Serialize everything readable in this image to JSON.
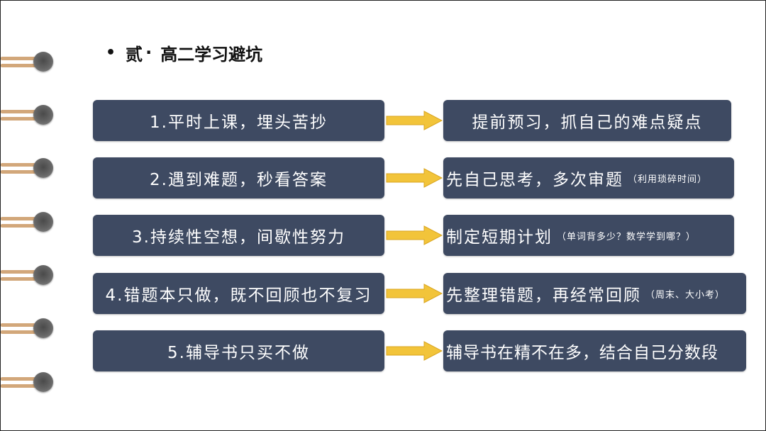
{
  "title": {
    "bullet": "•",
    "num": "贰",
    "sep": "·",
    "text": "高二学习避坑"
  },
  "rows": [
    {
      "left": "1.平时上课，埋头苦抄",
      "right": "提前预习，抓自己的难点疑点",
      "note": ""
    },
    {
      "left": "2.遇到难题，秒看答案",
      "right": "先自己思考，多次审题",
      "note": "（利用琐碎时间）"
    },
    {
      "left": "3.持续性空想，间歇性努力",
      "right": "制定短期计划",
      "note": "（单词背多少？数学学到哪？）"
    },
    {
      "left": "4.错题本只做，既不回顾也不复习",
      "right": "先整理错题，再经常回顾",
      "note": "（周末、大小考）"
    },
    {
      "left": "5.辅导书只买不做",
      "right": "辅导书在精不在多，结合自己分数段",
      "note": ""
    }
  ],
  "colors": {
    "box": "#3e4a62",
    "arrow": "#f2c43a",
    "ring": "#d2a77a"
  },
  "icons": {
    "arrow": "right-arrow-icon",
    "ring": "binder-ring-icon"
  }
}
